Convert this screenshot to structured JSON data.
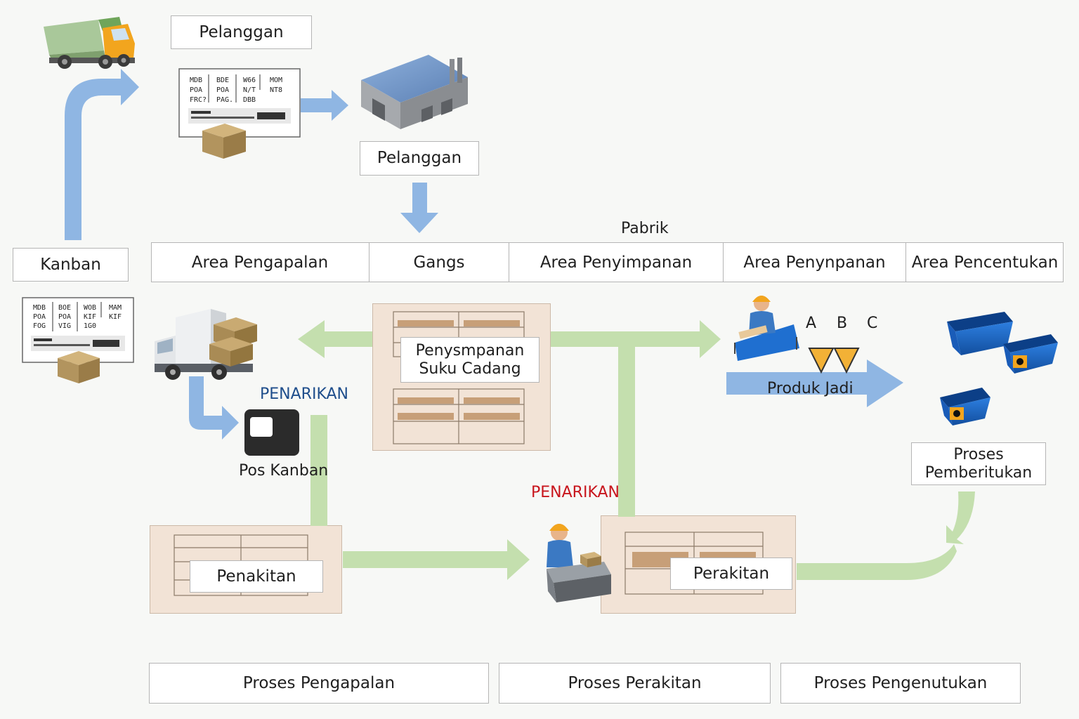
{
  "header": {
    "customer_top": "Pelanggan",
    "customer_factory": "Pelanggan",
    "kanban": "Kanban",
    "factory": "Pabrik"
  },
  "columns": [
    "Area Pengapalan",
    "Gangs",
    "Area Penyimpanan",
    "Area Penynpanan",
    "Area Pencentukan"
  ],
  "documents": {
    "top_card": {
      "col1": [
        "MDB",
        "POA",
        "FRC?"
      ],
      "col2": [
        "BDE",
        "POA",
        "PAG."
      ],
      "col3": [
        "W66",
        "N/T",
        "DBB"
      ],
      "col4": [
        "MOM",
        "NT8"
      ]
    },
    "side_card": {
      "col1": [
        "MDB",
        "POA",
        "FOG"
      ],
      "col2": [
        "BOE",
        "POA",
        "VIG"
      ],
      "col3": [
        "WOB",
        "KIF",
        "1G0"
      ],
      "col4": [
        "MAM",
        "KIF"
      ]
    }
  },
  "labels": {
    "pull_blue": "PENARIKAN",
    "pull_red": "PENARIKAN",
    "kanban_post": "Pos Kanban",
    "storage": "Penysmpanan Suku Cadang",
    "abc": [
      "A",
      "B",
      "C"
    ],
    "finished_goods": "Produk Jadi",
    "notification_process": "Proses Pemberitukan",
    "assembly_left": "Penakitan",
    "assembly_right": "Perakitan"
  },
  "footer": [
    "Proses Pengapalan",
    "Proses Perakitan",
    "Proses Pengenutukan"
  ],
  "colors": {
    "blue_arrow": "#8fb6e3",
    "green_arrow": "#c4dfae",
    "pull_blue": "#1f4e8c",
    "pull_red": "#c8161d",
    "bin_blue": "#1f6fd0",
    "storage_bg": "#f2e3d6"
  },
  "icons": [
    "dump-truck-icon",
    "factory-icon",
    "delivery-truck-icon",
    "kanban-post-icon",
    "worker-icon",
    "inspector-icon",
    "blue-bin-icon",
    "cardboard-box-icon"
  ]
}
